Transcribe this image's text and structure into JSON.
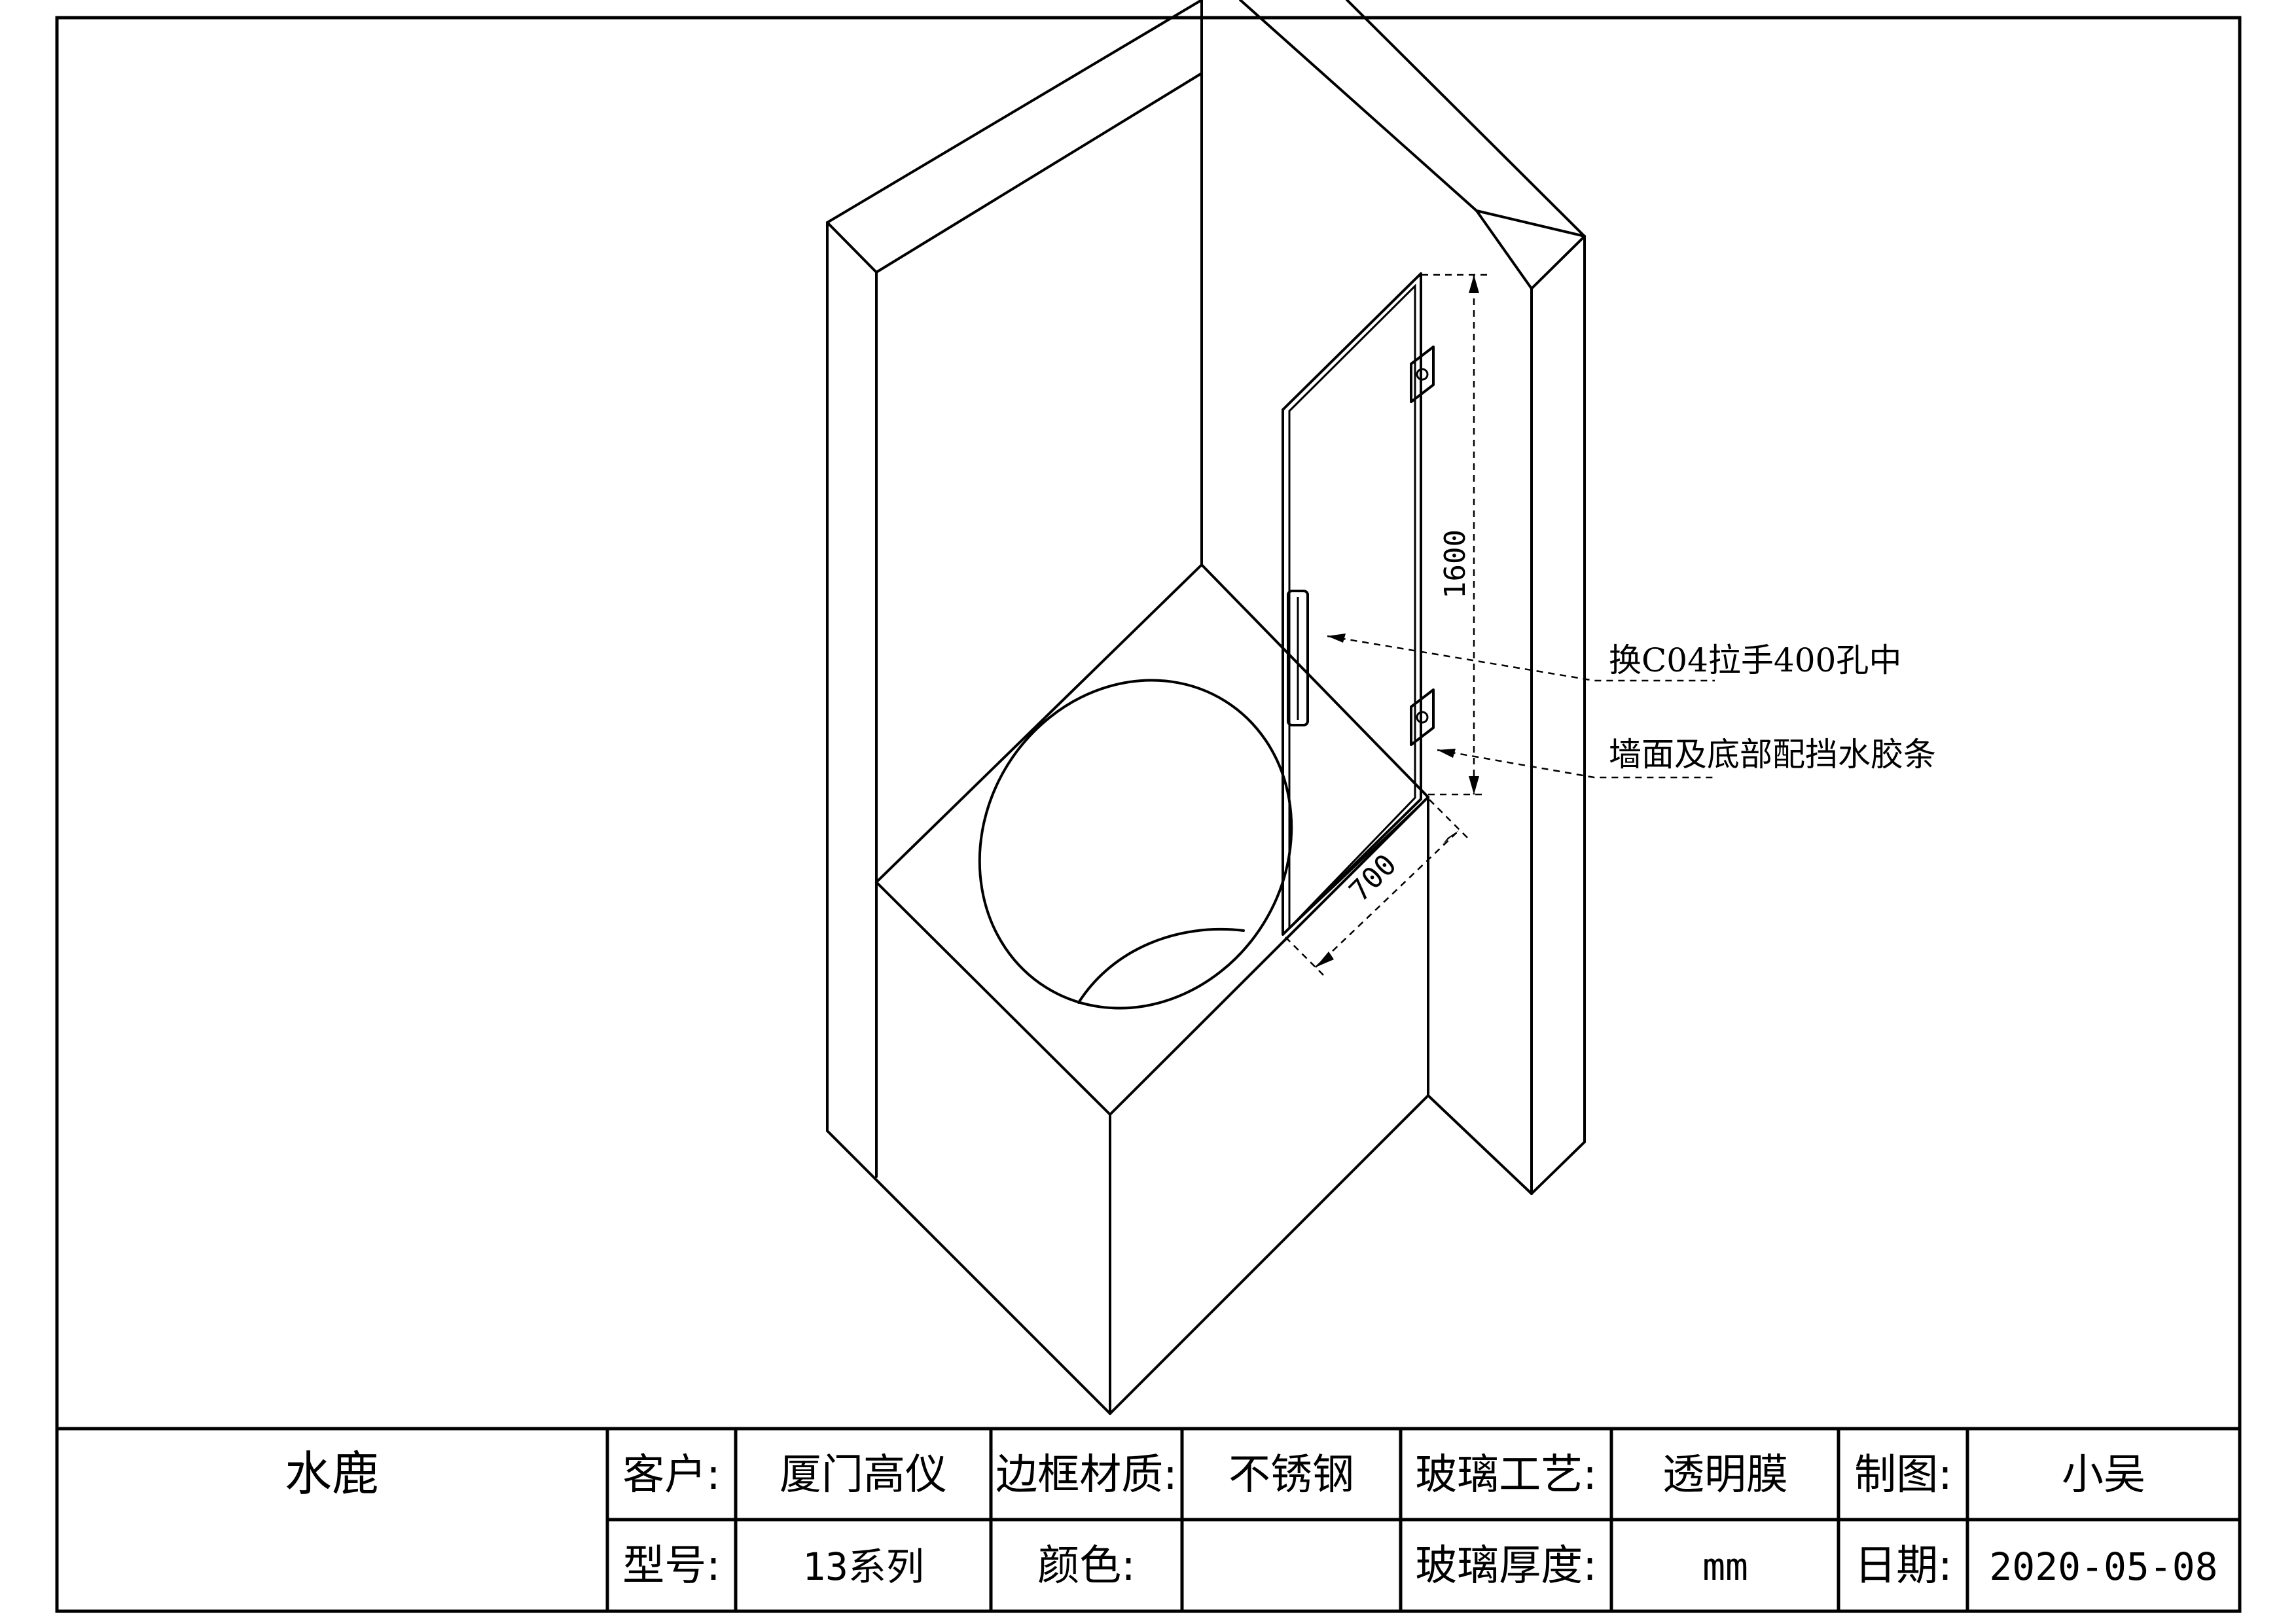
{
  "dimensions": {
    "height": "1600",
    "width": "700"
  },
  "notes": {
    "handle": "换C04拉手400孔中",
    "seal": "墙面及底部配挡水胶条"
  },
  "title_block": {
    "brand": "水鹿",
    "customer_label": "客户:",
    "customer_value": "厦门高仪",
    "frame_material_label": "边框材质:",
    "frame_material_value": "不锈钢",
    "glass_process_label": "玻璃工艺:",
    "glass_process_value": "透明膜",
    "drafter_label": "制图:",
    "drafter_value": "小吴",
    "model_label": "型号:",
    "model_value": "13系列",
    "color_label": "颜色:",
    "color_value": "",
    "glass_thickness_label": "玻璃厚度:",
    "glass_thickness_value": "mm",
    "date_label": "日期:",
    "date_value": "2020-05-08"
  }
}
